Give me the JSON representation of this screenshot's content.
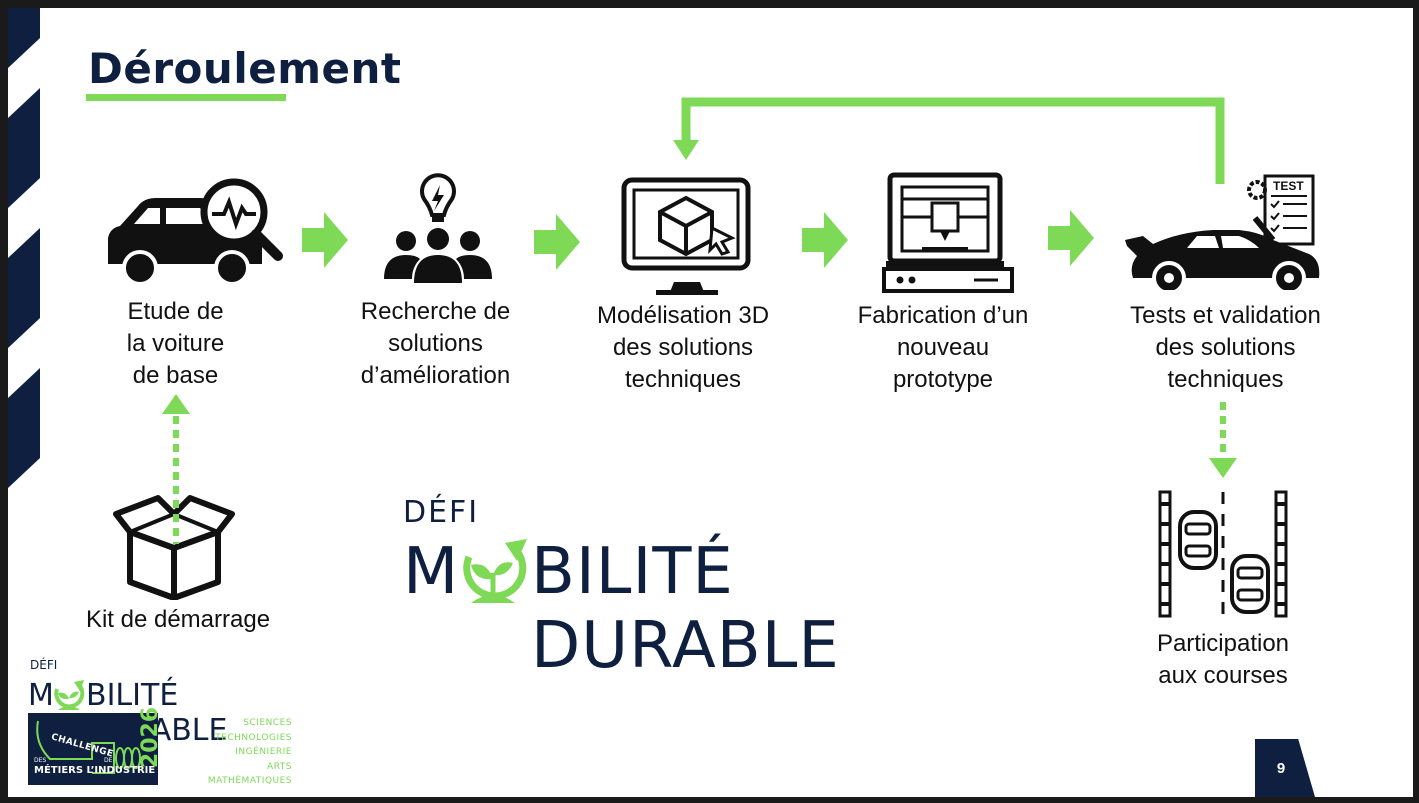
{
  "title": "Déroulement",
  "steps": [
    {
      "label": "Etude de\nla voiture\nde base",
      "icon": "car-search-icon"
    },
    {
      "label": "Recherche de\nsolutions\nd’amélioration",
      "icon": "team-idea-icon"
    },
    {
      "label": "Modélisation 3D\ndes solutions\ntechniques",
      "icon": "monitor-3d-cube-icon"
    },
    {
      "label": "Fabrication d’un\nnouveau\nprototype",
      "icon": "3d-printer-icon"
    },
    {
      "label": "Tests et validation\ndes solutions\ntechniques",
      "icon": "race-car-test-icon"
    }
  ],
  "kit": {
    "label": "Kit de démarrage",
    "icon": "open-box-icon"
  },
  "races": {
    "label": "Participation\naux courses",
    "icon": "race-track-icon"
  },
  "brand": {
    "defi": "DÉFI",
    "wordmark_m": "M",
    "wordmark_rest": "BILITÉ DURABLE"
  },
  "footer_logo": {
    "defi": "DÉFI",
    "wordmark_m": "M",
    "wordmark_rest": "BILITÉ DURABLE",
    "challenge": "CHALLENGE",
    "des": "DES",
    "de": "DE",
    "metiers": "MÉTIERS L’INDUSTRIE",
    "year": "2026",
    "disciplines": [
      "SCIENCES",
      "TECHNOLOGIES",
      "INGÉNIERIE",
      "ARTS",
      "MATHÉMATIQUES"
    ]
  },
  "page_number": "9",
  "colors": {
    "navy": "#0e1f3f",
    "green": "#7ed957",
    "black": "#111111"
  }
}
